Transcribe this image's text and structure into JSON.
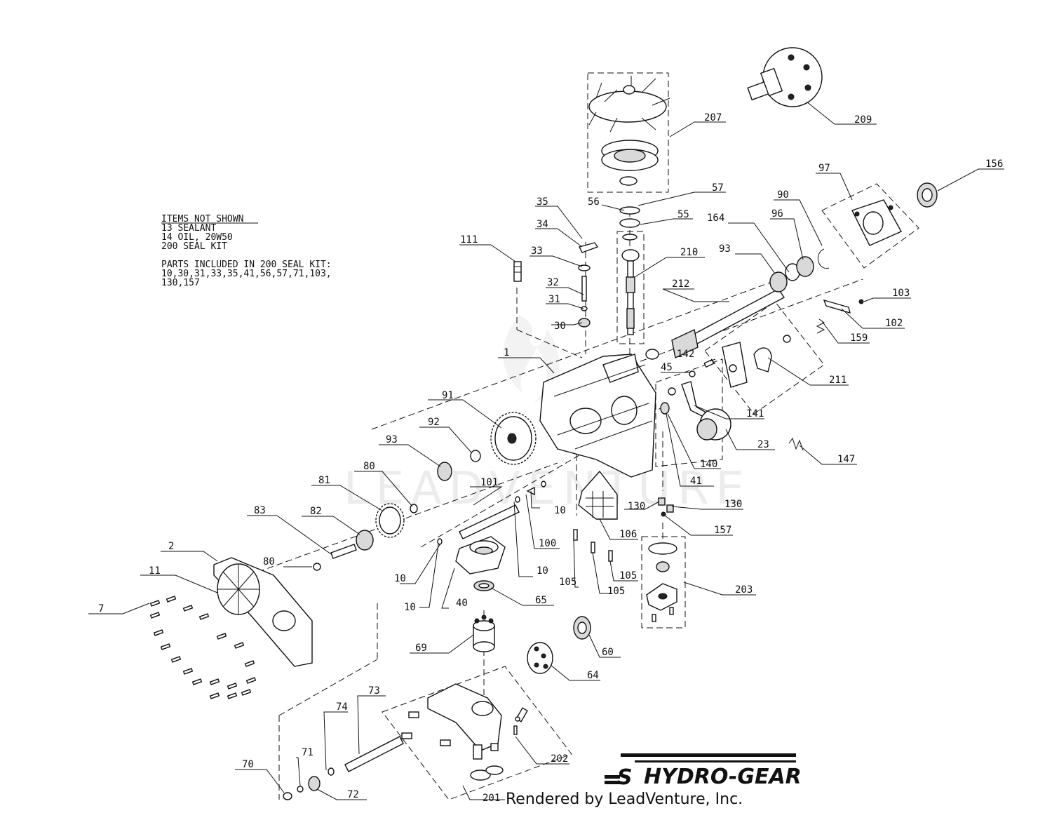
{
  "notes": {
    "heading": "ITEMS NOT SHOWN",
    "lines": [
      "13 SEALANT",
      "14 OIL, 20W50",
      "200 SEAL KIT",
      "",
      "PARTS INCLUDED IN 200 SEAL KIT:",
      "10,30,31,33,35,41,56,57,71,103,",
      "130,157"
    ]
  },
  "watermark": "LEADVENTURE",
  "brand": {
    "mark": "S",
    "name": "HYDRO-GEAR",
    "suffix": "®"
  },
  "credit": "Rendered by LeadVenture, Inc.",
  "callouts": [
    "209",
    "207",
    "57",
    "56",
    "55",
    "35",
    "34",
    "33",
    "32",
    "31",
    "30",
    "111",
    "210",
    "212",
    "164",
    "96",
    "90",
    "97",
    "156",
    "93",
    "103",
    "102",
    "159",
    "1",
    "142",
    "45",
    "211",
    "141",
    "23",
    "147",
    "140",
    "41",
    "91",
    "92",
    "93",
    "80",
    "81",
    "83",
    "82",
    "101",
    "100",
    "10",
    "10",
    "10",
    "10",
    "130",
    "130",
    "157",
    "106",
    "105",
    "105",
    "105",
    "2",
    "11",
    "7",
    "80",
    "40",
    "65",
    "203",
    "69",
    "60",
    "64",
    "73",
    "74",
    "70",
    "71",
    "72",
    "201",
    "202"
  ]
}
